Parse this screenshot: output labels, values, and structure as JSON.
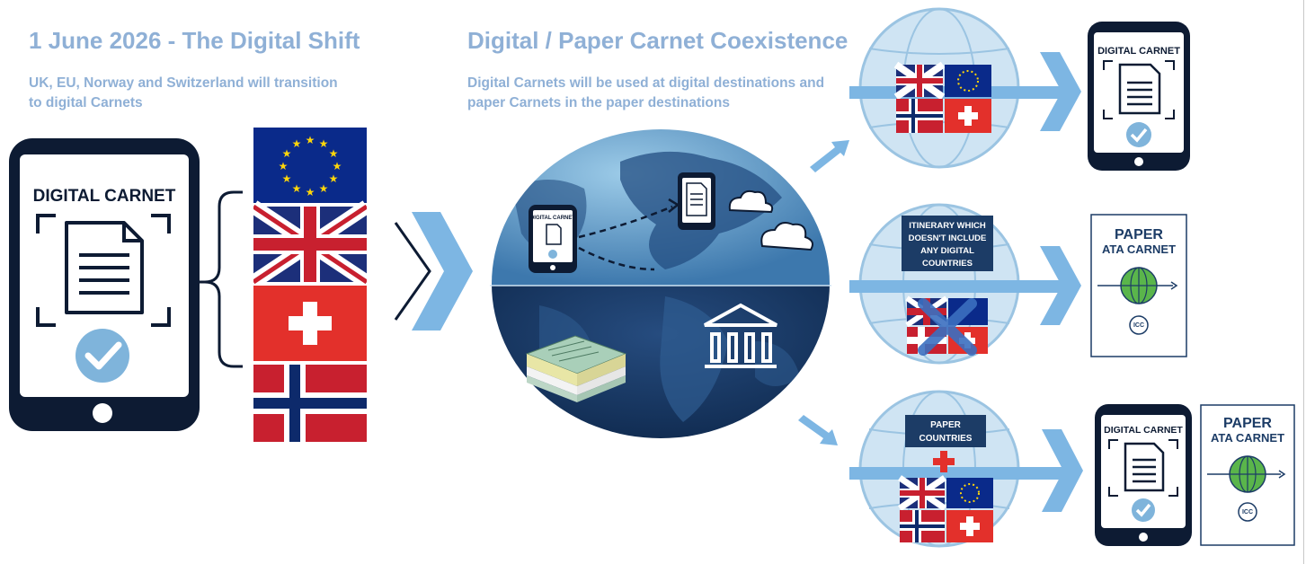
{
  "left": {
    "title": "1 June 2026 - The Digital Shift",
    "subtitle_line1": "UK, EU, Norway and Switzerland will transition",
    "subtitle_line2": "to digital Carnets",
    "phone_label": "DIGITAL CARNET"
  },
  "middle": {
    "title": "Digital / Paper Carnet Coexistence",
    "subtitle_line1": "Digital Carnets will be used at digital destinations and",
    "subtitle_line2": "paper Carnets in the paper destinations",
    "mini_phone_label": "DIGITAL CARNET"
  },
  "right": {
    "row1": {
      "phone_label": "DIGITAL CARNET"
    },
    "row2": {
      "banner_line1": "ITINERARY WHICH",
      "banner_line2": "DOESN'T INCLUDE",
      "banner_line3": "ANY DIGITAL",
      "banner_line4": "COUNTRIES",
      "book_title1": "PAPER",
      "book_title2": "ATA CARNET",
      "book_logo": "ICC"
    },
    "row3": {
      "banner_line1": "PAPER",
      "banner_line2": "COUNTRIES",
      "phone_label": "DIGITAL CARNET",
      "book_title1": "PAPER",
      "book_title2": "ATA CARNET",
      "book_logo": "ICC"
    }
  },
  "colors": {
    "heading": "#8fb0d6",
    "navy": "#0d1b33",
    "arrow": "#7db6e3",
    "globe_light": "#cfe4f3",
    "eu_blue": "#0a2a8a",
    "swiss_red": "#e3302b",
    "norway_red": "#c8202f",
    "banner": "#1c3c66",
    "green_check": "#7fb4db"
  }
}
